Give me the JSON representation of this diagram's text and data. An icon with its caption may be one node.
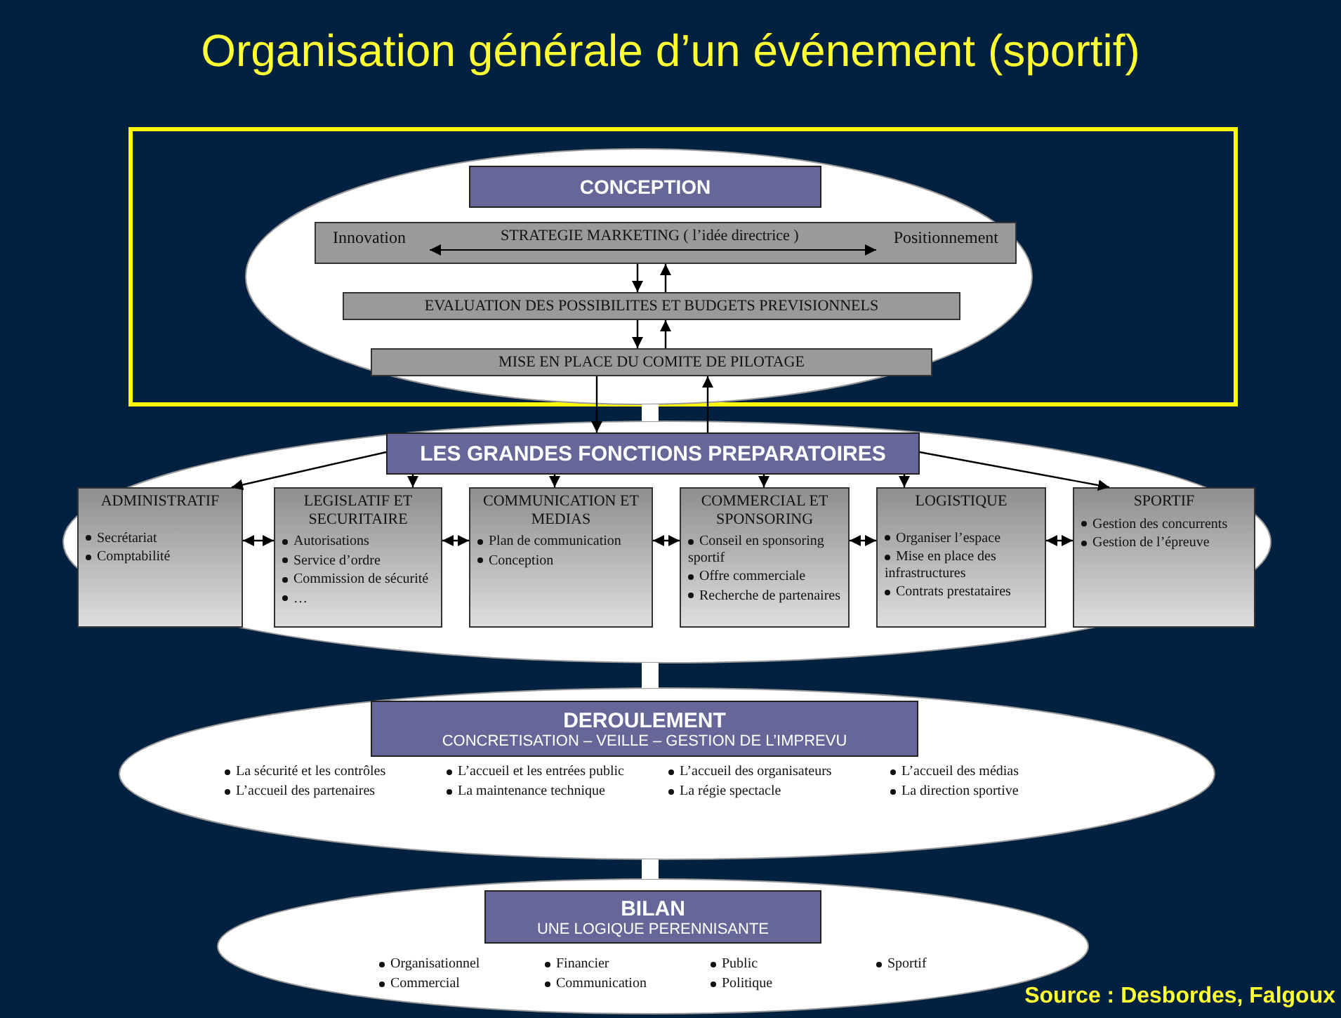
{
  "diagram": {
    "title": "Organisation générale d’un événement (sportif)",
    "caption": "Source : Desbordes, Falgoux",
    "nodes": [
      {
        "text": [],
        "shape": "ellipse"
      },
      {
        "text": [
          "CONCEPTION"
        ],
        "in": 0
      },
      {
        "text": [
          "Innovation",
          "STRATEGIE MARKETING ( l’idée directrice )",
          "Positionnement"
        ],
        "in": 0
      },
      {
        "text": [
          "EVALUATION DES POSSIBILITES ET BUDGETS PREVISIONNELS"
        ],
        "in": 0
      },
      {
        "text": [
          "MISE EN PLACE DU COMITE DE PILOTAGE"
        ],
        "in": 0
      },
      {
        "text": [],
        "shape": "ellipse"
      },
      {
        "text": [
          "LES GRANDES FONCTIONS PREPARATOIRES"
        ],
        "in": 5
      },
      {
        "text": [
          "ADMINISTRATIF",
          "Secrétariat",
          "Comptabilité"
        ],
        "in": 5
      },
      {
        "text": [
          "LEGISLATIF ET SECURITAIRE",
          "Autorisations",
          "Service d’ordre",
          "Commission de sécurité",
          "…"
        ],
        "in": 5
      },
      {
        "text": [
          "COMMUNICATION ET MEDIAS",
          "Plan de communication",
          "Conception"
        ],
        "in": 5
      },
      {
        "text": [
          "COMMERCIAL ET SPONSORING",
          "Conseil en sponsoring sportif",
          "Offre commerciale",
          "Recherche de partenaires"
        ],
        "in": 5
      },
      {
        "text": [
          "LOGISTIQUE",
          "Organiser l’espace",
          "Mise en place des infrastructures",
          "Contrats prestataires"
        ],
        "in": 5
      },
      {
        "text": [
          "SPORTIF",
          "Gestion des concurrents",
          "Gestion de l’épreuve"
        ],
        "in": 5
      },
      {
        "text": [
          "La sécurité et les contrôles",
          "L’accueil et les entrées public",
          "L’accueil des organisateurs",
          "L’accueil des médias",
          "L’accueil des partenaires",
          "La maintenance technique",
          "La régie spectacle",
          "La direction sportive"
        ]
      },
      {
        "text": [
          "DEROULEMENT",
          "CONCRETISATION – VEILLE – GESTION DE L’IMPREVU"
        ],
        "in": 13
      },
      {
        "text": [
          "Organisationnel",
          "Financier",
          "Public",
          "Sportif",
          "Commercial",
          "Communication",
          "Politique"
        ]
      },
      {
        "text": [
          "BILAN",
          "UNE LOGIQUE PERENNISANTE"
        ],
        "in": 15
      }
    ],
    "edges": [
      {
        "from": 2,
        "to": 3,
        "arrow": "to"
      },
      {
        "from": 3,
        "to": 2,
        "arrow": "to"
      },
      {
        "from": 3,
        "to": 4,
        "arrow": "to"
      },
      {
        "from": 4,
        "to": 3,
        "arrow": "to"
      },
      {
        "from": 4,
        "to": 6,
        "arrow": "to"
      },
      {
        "from": 6,
        "to": 4,
        "arrow": "to"
      },
      {
        "from": 0,
        "to": 5,
        "arrow": "to",
        "style": "thick",
        "color": "#ffffff"
      },
      {
        "from": 6,
        "to": 7,
        "arrow": "to"
      },
      {
        "from": 6,
        "to": 8,
        "arrow": "to"
      },
      {
        "from": 6,
        "to": 9,
        "arrow": "to"
      },
      {
        "from": 6,
        "to": 10,
        "arrow": "to"
      },
      {
        "from": 6,
        "to": 11,
        "arrow": "to"
      },
      {
        "from": 6,
        "to": 12,
        "arrow": "to"
      },
      {
        "from": 7,
        "to": 8,
        "arrow": "both"
      },
      {
        "from": 8,
        "to": 9,
        "arrow": "both"
      },
      {
        "from": 9,
        "to": 10,
        "arrow": "both"
      },
      {
        "from": 10,
        "to": 11,
        "arrow": "both"
      },
      {
        "from": 11,
        "to": 12,
        "arrow": "both"
      },
      {
        "from": 5,
        "to": 13,
        "arrow": "to",
        "style": "thick",
        "color": "#ffffff"
      },
      {
        "from": 13,
        "to": 15,
        "arrow": "to",
        "style": "thick",
        "color": "#ffffff"
      }
    ]
  }
}
